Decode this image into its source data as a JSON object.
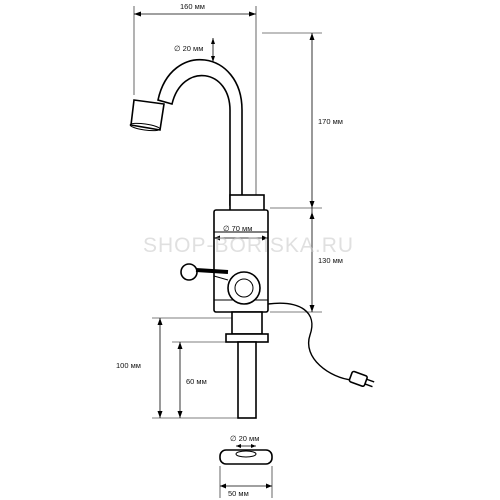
{
  "dimensions": {
    "spout_reach": "160 мм",
    "spout_diameter": "∅ 20 мм",
    "spout_height": "170 мм",
    "body_diameter": "∅ 70 мм",
    "body_height": "130 мм",
    "shank_total": "100 мм",
    "shank_thread": "60 мм",
    "base_hole": "∅ 20 мм",
    "base_width": "50 мм"
  },
  "watermark": "SHOP-BORISKA.RU"
}
